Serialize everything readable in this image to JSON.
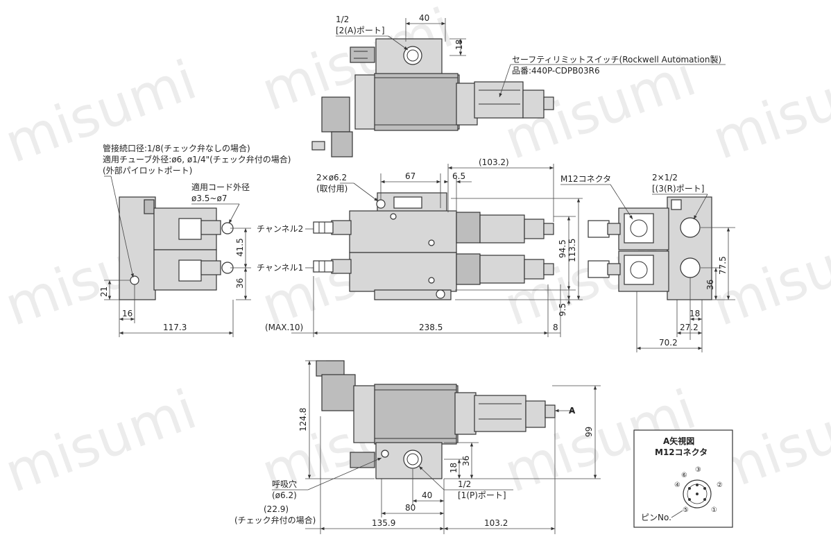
{
  "watermark": "misumi",
  "top_view": {
    "port2_size": "1/2",
    "port2_label": "[2(A)ポート]",
    "dim_40": "40",
    "dim_18": "18",
    "safety_switch_label": "セーフティリミットスイッチ(Rockwell Automation製)",
    "part_no_label": "品番:440P-CDPB03R6"
  },
  "side_left_view": {
    "pipe_note_1": "管接続口径:1/8(チェック弁なしの場合)",
    "pipe_note_2": "適用チューブ外径:ø6, ø1/4\"(チェック弁付の場合)",
    "pipe_note_3": "(外部パイロットポート)",
    "cord_label": "適用コード外径",
    "cord_range": "ø3.5~ø7",
    "dim_41_5": "41.5",
    "dim_36": "36",
    "dim_21": "21",
    "dim_16": "16",
    "dim_117_3": "117.3"
  },
  "front_view": {
    "mount_holes": "2×ø6.2",
    "mount_note": "(取付用)",
    "dim_67": "67",
    "dim_103_2": "(103.2)",
    "dim_6_5": "6.5",
    "channel_2": "チャンネル2",
    "channel_1": "チャンネル1",
    "dim_94_5": "94.5",
    "dim_113_5": "113.5",
    "dim_9_5": "9.5",
    "dim_max10": "(MAX.10)",
    "dim_238_5": "238.5",
    "dim_8": "8"
  },
  "side_right_view": {
    "m12_label": "M12コネクタ",
    "port3_size": "2×1/2",
    "port3_label": "[(3(R)ポート]",
    "dim_77_5": "77.5",
    "dim_36": "36",
    "dim_18": "18",
    "dim_27_2": "27.2",
    "dim_70_2": "70.2"
  },
  "bottom_view": {
    "dim_124_8": "124.8",
    "arrow_a": "A",
    "dim_99": "99",
    "dim_36": "36",
    "dim_18": "18",
    "breather_label": "呼吸穴",
    "breather_size": "(ø6.2)",
    "port1_size": "1/2",
    "port1_label": "[1(P)ポート]",
    "dim_40": "40",
    "dim_80": "80",
    "dim_22_9": "(22.9)",
    "check_valve_note": "(チェック弁付の場合)",
    "dim_135_9": "135.9",
    "dim_103_2": "103.2"
  },
  "connector_view": {
    "title_1": "A矢視図",
    "title_2": "M12コネクタ",
    "pin_label": "ピンNo.",
    "pins": [
      "①",
      "②",
      "③",
      "④",
      "⑤",
      "⑥"
    ]
  }
}
